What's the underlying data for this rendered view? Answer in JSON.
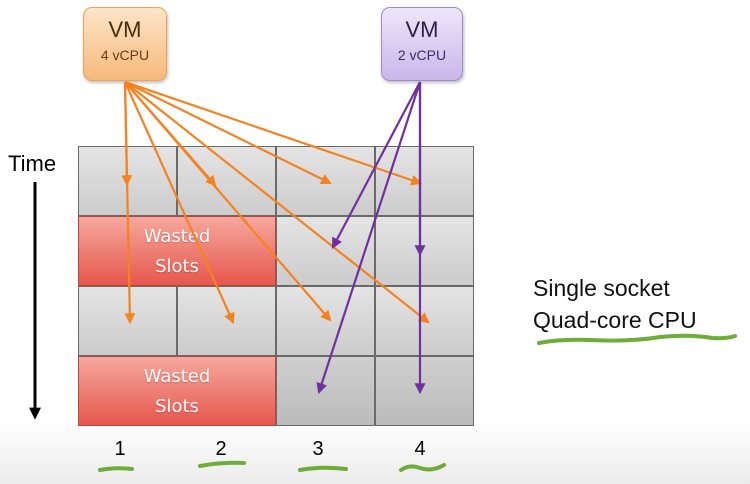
{
  "vm_orange": {
    "title": "VM",
    "subtitle": "4 vCPU",
    "color": "#f58220"
  },
  "vm_purple": {
    "title": "VM",
    "subtitle": "2 vCPU",
    "color": "#7030a0"
  },
  "time_label": "Time",
  "wasted_slots": [
    {
      "line1": "Wasted",
      "line2": "Slots"
    },
    {
      "line1": "Wasted",
      "line2": "Slots"
    }
  ],
  "columns": [
    "1",
    "2",
    "3",
    "4"
  ],
  "cpu_label": {
    "line1": "Single socket",
    "line2": "Quad-core  CPU"
  },
  "underline_color": "#6fac3a"
}
